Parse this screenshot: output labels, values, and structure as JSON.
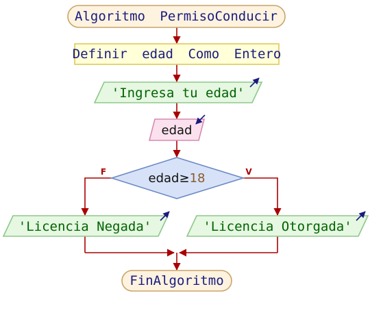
{
  "diagram": {
    "start": {
      "keyword": "Algoritmo",
      "name": "PermisoConducir"
    },
    "define": {
      "kw1": "Definir",
      "var": "edad",
      "kw2": "Como",
      "type": "Entero"
    },
    "output_prompt": "'Ingresa tu edad'",
    "input_var": "edad",
    "decision": {
      "var": "edad",
      "op": "≥",
      "value": "18"
    },
    "branch_false_label": "F",
    "branch_true_label": "V",
    "output_false": "'Licencia Negada'",
    "output_true": "'Licencia Otorgada'",
    "end": "FinAlgoritmo"
  },
  "colors": {
    "connector": "#aa0000",
    "keyword": "#1a1a80",
    "string": "#006400",
    "number": "#8b5a2b",
    "start_fill": "#fdf3df",
    "process_fill": "#ffffd8",
    "output_fill": "#e6f7e2",
    "input_fill": "#fbe1ee",
    "decision_fill": "#d7e2f8",
    "io_arrow": "#1a1a80"
  }
}
